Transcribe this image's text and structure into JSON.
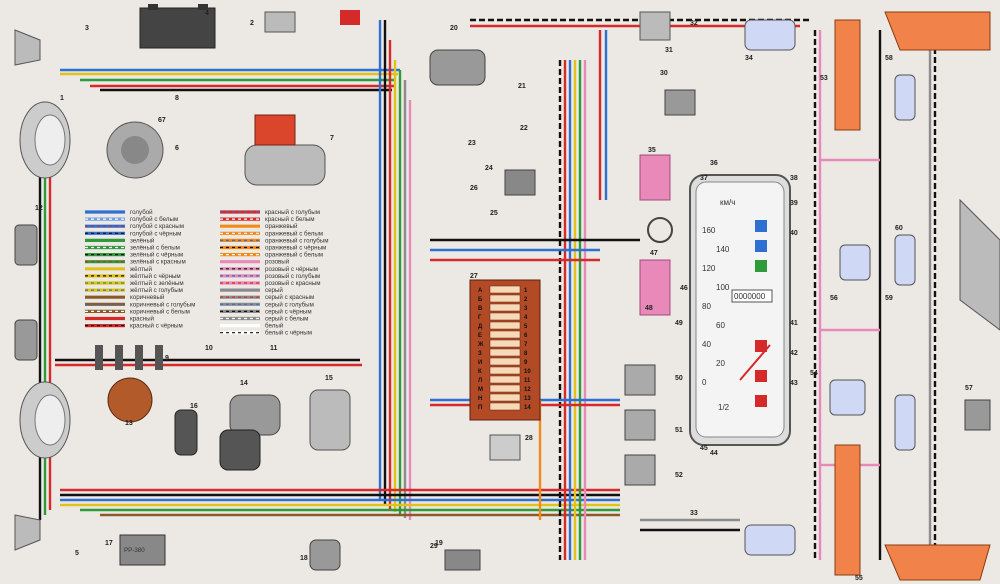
{
  "legend": [
    "голубой",
    "голубой с белым",
    "голубой с красным",
    "голубой с чёрным",
    "зелёный",
    "зелёный с белым",
    "зелёный с чёрным",
    "зелёный с красным",
    "жёлтый",
    "жёлтый с чёрным",
    "жёлтый с зелёным",
    "жёлтый с голубым",
    "коричневый",
    "коричневый с голубым",
    "коричневый с белым",
    "красный",
    "красный с чёрным",
    "красный с голубым",
    "красный с белым",
    "оранжевый",
    "оранжевый с белым",
    "оранжевый с голубым",
    "оранжевый с чёрным",
    "оранжевый с белым",
    "розовый",
    "розовый с чёрным",
    "розовый с голубым",
    "розовый с красным",
    "серый",
    "серый с красным",
    "серый с голубым",
    "серый с чёрным",
    "серый с белым",
    "белый",
    "белый с чёрным"
  ],
  "legend_colors": [
    "#2f6fd1",
    "#6fa0e6",
    "#2f6fd1",
    "#2f6fd1",
    "#2f9a3a",
    "#2f9a3a",
    "#2f9a3a",
    "#2f9a3a",
    "#e1c21b",
    "#e1c21b",
    "#e1c21b",
    "#e1c21b",
    "#8a5a2b",
    "#8a5a2b",
    "#8a5a2b",
    "#d42a2a",
    "#d42a2a",
    "#d42a2a",
    "#d42a2a",
    "#f08a1a",
    "#f08a1a",
    "#f08a1a",
    "#f08a1a",
    "#f08a1a",
    "#e889b9",
    "#e889b9",
    "#e889b9",
    "#e889b9",
    "#8c8c8c",
    "#8c8c8c",
    "#8c8c8c",
    "#8c8c8c",
    "#8c8c8c",
    "#ffffff",
    "#ffffff"
  ],
  "legend_stripe": [
    "",
    "#ffffff",
    "#d42a2a",
    "#111111",
    "",
    "#ffffff",
    "#111111",
    "#d42a2a",
    "",
    "#111111",
    "#2f9a3a",
    "#2f6fd1",
    "",
    "#2f6fd1",
    "#ffffff",
    "",
    "#111111",
    "#2f6fd1",
    "#ffffff",
    "",
    "#ffffff",
    "#2f6fd1",
    "#111111",
    "#ffffff",
    "",
    "#111111",
    "#2f6fd1",
    "#d42a2a",
    "",
    "#d42a2a",
    "#2f6fd1",
    "#111111",
    "#ffffff",
    "",
    "#111111"
  ],
  "gauge": {
    "speed_labels": [
      "0",
      "20",
      "40",
      "60",
      "80",
      "100",
      "120",
      "140",
      "160"
    ],
    "unit": "км/ч",
    "fuel_label": "1/2",
    "odometer": "0000000"
  },
  "fuse_letters": [
    "А",
    "Б",
    "В",
    "Г",
    "Д",
    "Е",
    "Ж",
    "З",
    "И",
    "К",
    "Л",
    "М",
    "Н",
    "П"
  ],
  "fuse_numbers": [
    "1",
    "2",
    "3",
    "4",
    "5",
    "6",
    "7",
    "8",
    "9",
    "10",
    "11",
    "12",
    "13",
    "14"
  ],
  "relay_label": "РР-380",
  "colors": {
    "background": "#ece9e4",
    "red": "#d42a2a",
    "blue": "#2f6fd1",
    "green": "#2f9a3a",
    "yellow": "#e1c21b",
    "brown": "#8a5a2b",
    "orange": "#f08a1a",
    "pink": "#e889b9",
    "grey": "#8c8c8c",
    "black": "#111111"
  },
  "callouts": [
    {
      "n": "1"
    },
    {
      "n": "2"
    },
    {
      "n": "3"
    },
    {
      "n": "4"
    },
    {
      "n": "5"
    },
    {
      "n": "6"
    },
    {
      "n": "7"
    },
    {
      "n": "8"
    },
    {
      "n": "9"
    },
    {
      "n": "10"
    },
    {
      "n": "11"
    },
    {
      "n": "12"
    },
    {
      "n": "13"
    },
    {
      "n": "14"
    },
    {
      "n": "15"
    },
    {
      "n": "16"
    },
    {
      "n": "17"
    },
    {
      "n": "18"
    },
    {
      "n": "19"
    },
    {
      "n": "20"
    },
    {
      "n": "21"
    },
    {
      "n": "22"
    },
    {
      "n": "23"
    },
    {
      "n": "24"
    },
    {
      "n": "25"
    },
    {
      "n": "26"
    },
    {
      "n": "27"
    },
    {
      "n": "28"
    },
    {
      "n": "29"
    },
    {
      "n": "30"
    },
    {
      "n": "31"
    },
    {
      "n": "32"
    },
    {
      "n": "33"
    },
    {
      "n": "34"
    },
    {
      "n": "35"
    },
    {
      "n": "36"
    },
    {
      "n": "37"
    },
    {
      "n": "38"
    },
    {
      "n": "39"
    },
    {
      "n": "40"
    },
    {
      "n": "41"
    },
    {
      "n": "42"
    },
    {
      "n": "43"
    },
    {
      "n": "44"
    },
    {
      "n": "45"
    },
    {
      "n": "46"
    },
    {
      "n": "47"
    },
    {
      "n": "48"
    },
    {
      "n": "49"
    },
    {
      "n": "50"
    },
    {
      "n": "51"
    },
    {
      "n": "52"
    },
    {
      "n": "53"
    },
    {
      "n": "54"
    },
    {
      "n": "55"
    },
    {
      "n": "56"
    },
    {
      "n": "57"
    },
    {
      "n": "58"
    },
    {
      "n": "59"
    },
    {
      "n": "60"
    },
    {
      "n": "67"
    }
  ]
}
